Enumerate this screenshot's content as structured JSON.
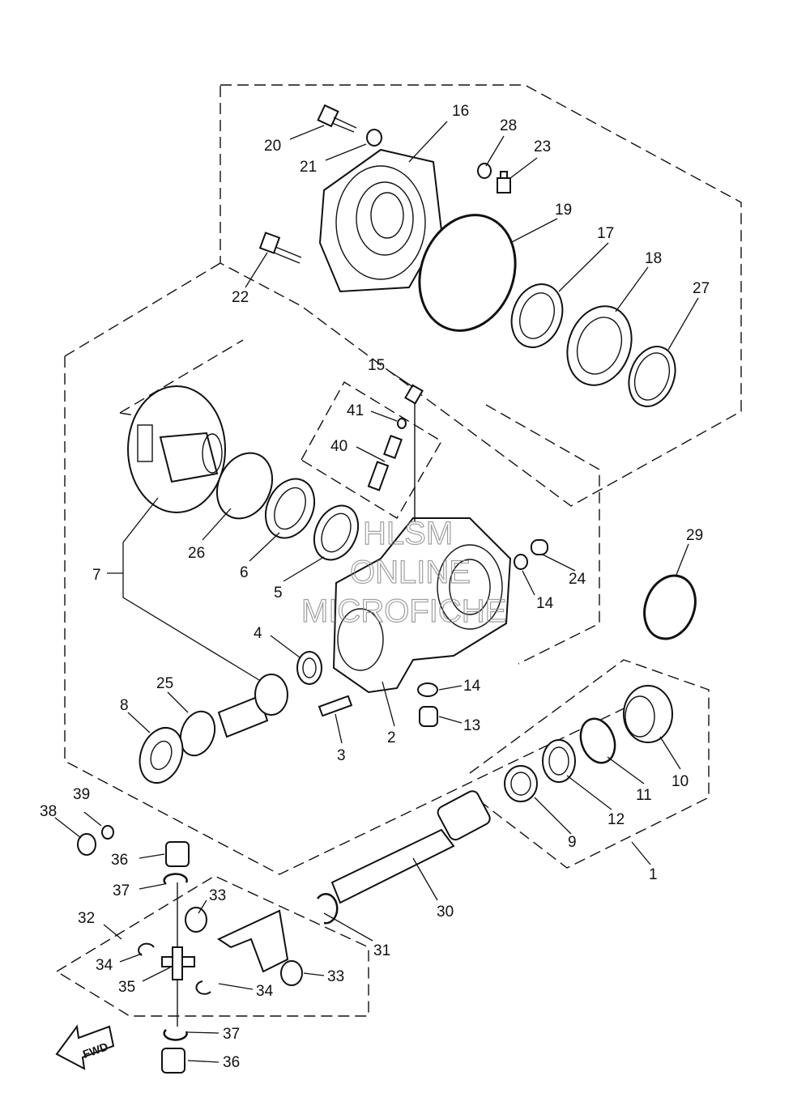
{
  "watermark": {
    "line1": "HLSM",
    "line2": "ONLINE",
    "line3": "MICROFICHE"
  },
  "direction_label": "FWD",
  "callouts": {
    "c1": "1",
    "c2": "2",
    "c3": "3",
    "c4": "4",
    "c5": "5",
    "c6": "6",
    "c7": "7",
    "c8": "8",
    "c9": "9",
    "c10": "10",
    "c11": "11",
    "c12": "12",
    "c13": "13",
    "c14a": "14",
    "c14b": "14",
    "c15": "15",
    "c16": "16",
    "c17": "17",
    "c18": "18",
    "c19": "19",
    "c20": "20",
    "c21": "21",
    "c22": "22",
    "c23": "23",
    "c24": "24",
    "c25": "25",
    "c26": "26",
    "c27": "27",
    "c28": "28",
    "c29": "29",
    "c30": "30",
    "c31": "31",
    "c32": "32",
    "c33a": "33",
    "c33b": "33",
    "c34a": "34",
    "c34b": "34",
    "c35": "35",
    "c36a": "36",
    "c36b": "36",
    "c37a": "37",
    "c37b": "37",
    "c38": "38",
    "c39": "39",
    "c40": "40",
    "c41": "41"
  }
}
